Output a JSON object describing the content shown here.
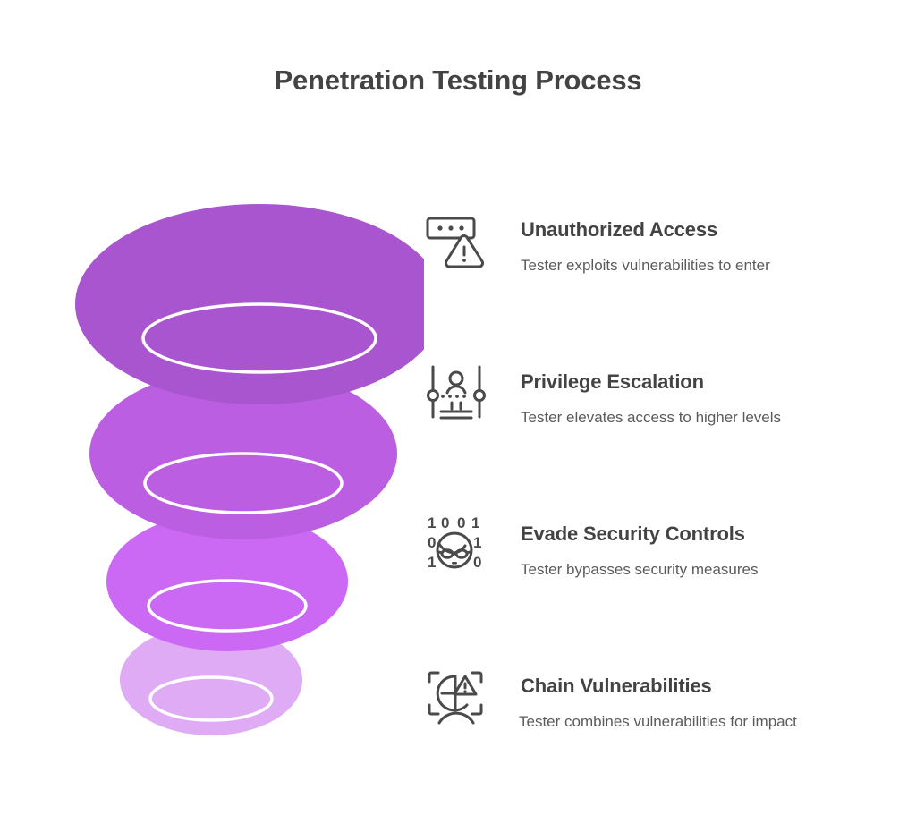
{
  "title": "Penetration Testing Process",
  "colors": {
    "title_text": "#434343",
    "heading_text": "#434343",
    "description_text": "#5b5b5b",
    "icon_stroke": "#4a4a4a",
    "background": "#ffffff",
    "funnel_ring": "#ffffff",
    "layer_1": "#a855cf",
    "layer_2": "#bb5ee2",
    "layer_3": "#cb68f4",
    "layer_4": "#e0abf5"
  },
  "funnel": {
    "layers": [
      {
        "label": "Unauthorized Access",
        "fill": "#a855cf"
      },
      {
        "label": "Privilege Escalation",
        "fill": "#bb5ee2"
      },
      {
        "label": "Evade Security Controls",
        "fill": "#cb68f4"
      },
      {
        "label": "Chain Vulnerabilities",
        "fill": "#e0abf5"
      }
    ]
  },
  "steps": [
    {
      "icon": "password-warning-icon",
      "title": "Unauthorized Access",
      "description": "Tester exploits vulnerabilities to enter"
    },
    {
      "icon": "privilege-ladder-icon",
      "title": "Privilege Escalation",
      "description": "Tester elevates access to higher levels"
    },
    {
      "icon": "binary-masked-face-icon",
      "title": "Evade Security Controls",
      "description": "Tester bypasses security measures"
    },
    {
      "icon": "scan-target-warning-icon",
      "title": "Chain Vulnerabilities",
      "description": "Tester combines vulnerabilities for impact"
    }
  ]
}
